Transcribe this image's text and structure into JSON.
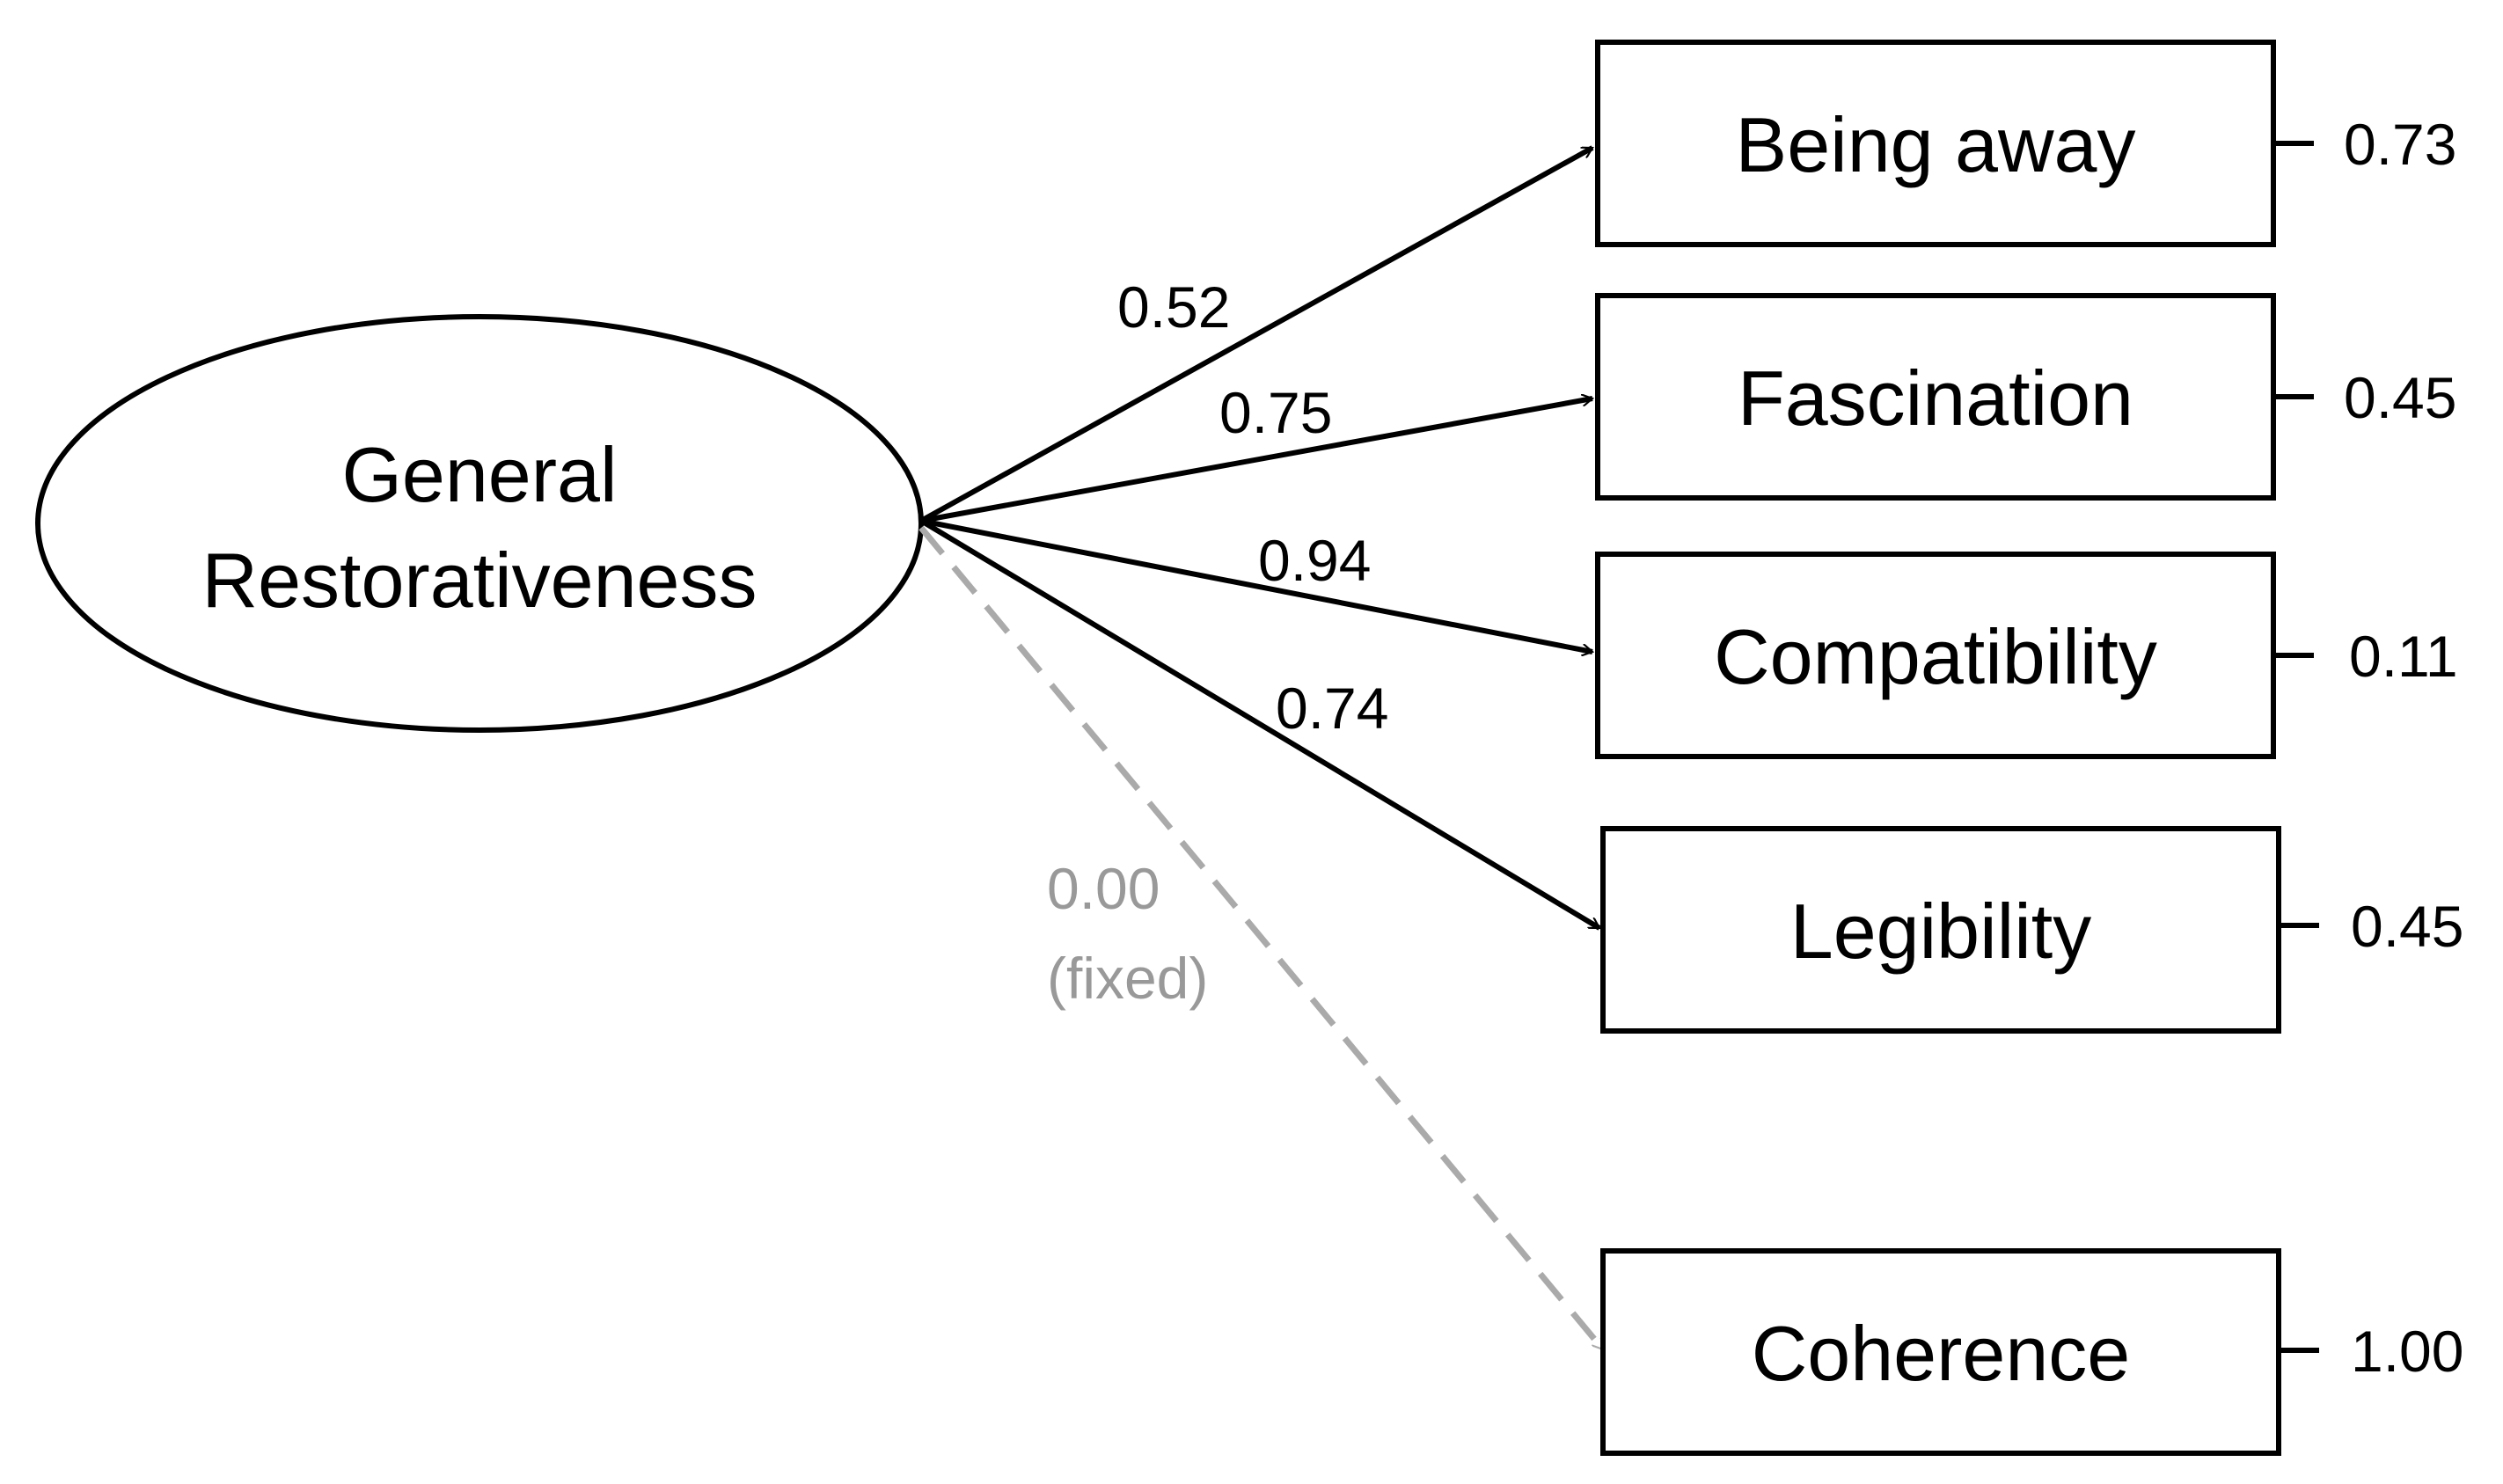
{
  "latent": {
    "label_line1": "General",
    "label_line2": "Restorativeness"
  },
  "indicators": [
    {
      "label": "Being away",
      "loading": "0.52",
      "error": "0.73"
    },
    {
      "label": "Fascination",
      "loading": "0.75",
      "error": "0.45"
    },
    {
      "label": "Compatibility",
      "loading": "0.94",
      "error": "0.11"
    },
    {
      "label": "Legibility",
      "loading": "0.74",
      "error": "0.45"
    },
    {
      "label": "Coherence",
      "loading": "0.00",
      "loading_note": "(fixed)",
      "error": "1.00",
      "fixed": true
    }
  ],
  "colors": {
    "line": "#000000",
    "fixed_path": "#aaaaaa",
    "fixed_label": "#999999"
  }
}
